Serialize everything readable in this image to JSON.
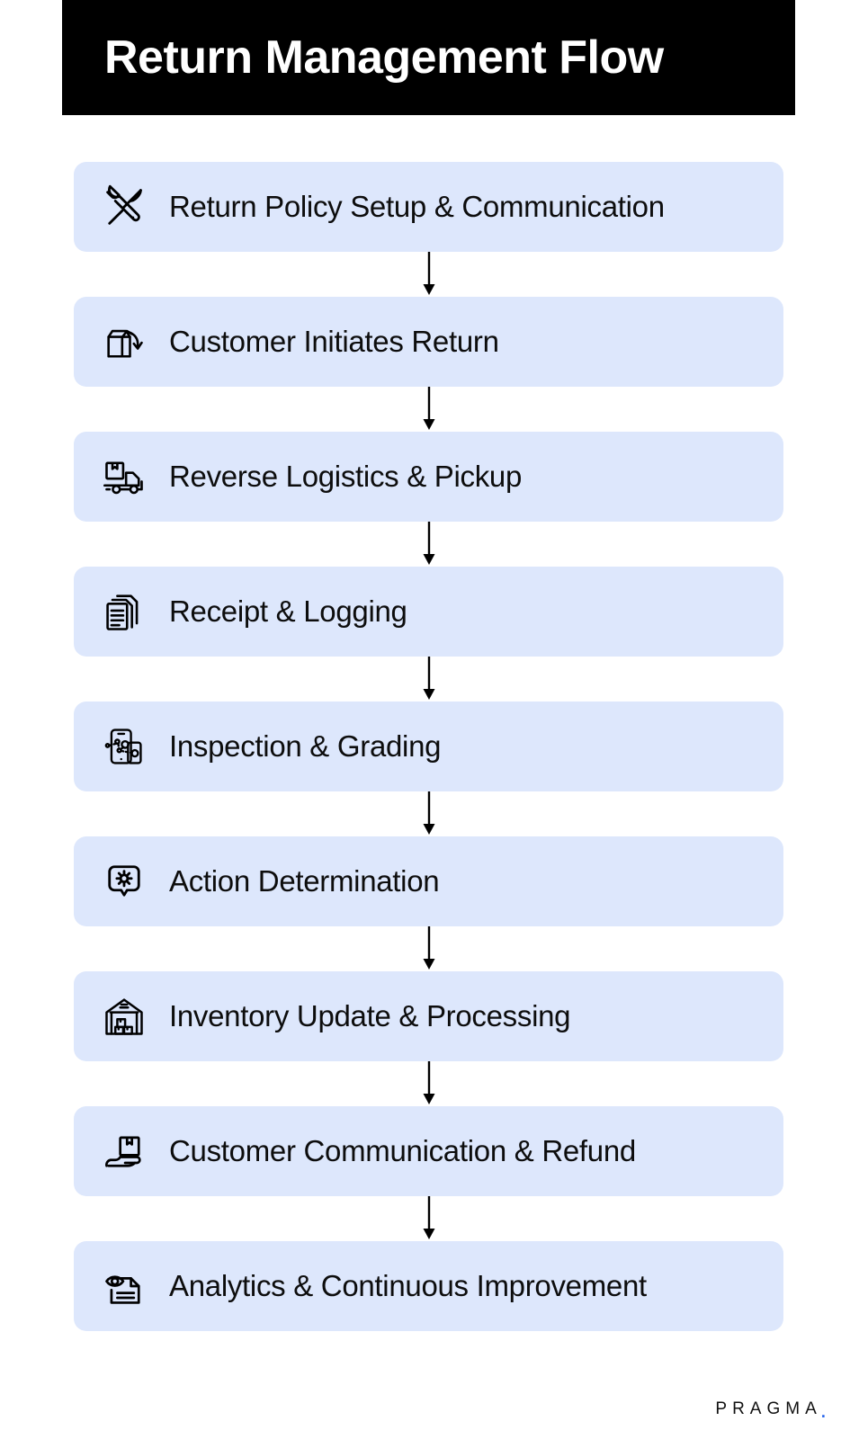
{
  "header": {
    "title": "Return Management Flow",
    "background_color": "#000000",
    "text_color": "#FFFFFF"
  },
  "theme": {
    "card_background": "#DDE7FC",
    "card_text": "#0D0D0D",
    "page_background": "#FFFFFF",
    "accent": "#2563EB",
    "stroke": "#000000"
  },
  "flow": {
    "steps": [
      {
        "label": "Return Policy Setup & Communication",
        "icon": "tools-wrench-screwdriver-icon"
      },
      {
        "label": "Customer Initiates Return",
        "icon": "box-return-arrow-icon"
      },
      {
        "label": "Reverse Logistics & Pickup",
        "icon": "delivery-truck-package-icon"
      },
      {
        "label": "Receipt & Logging",
        "icon": "stacked-documents-icon"
      },
      {
        "label": "Inspection & Grading",
        "icon": "device-inspection-nodes-icon"
      },
      {
        "label": "Action Determination",
        "icon": "speech-bubble-gear-icon"
      },
      {
        "label": "Inventory Update & Processing",
        "icon": "warehouse-boxes-icon"
      },
      {
        "label": "Customer Communication & Refund",
        "icon": "hand-holding-package-icon"
      },
      {
        "label": "Analytics & Continuous Improvement",
        "icon": "document-eye-analytics-icon"
      }
    ],
    "connector": "down-arrow"
  },
  "footer": {
    "brand": "PRAGMA",
    "brand_dot": "."
  }
}
